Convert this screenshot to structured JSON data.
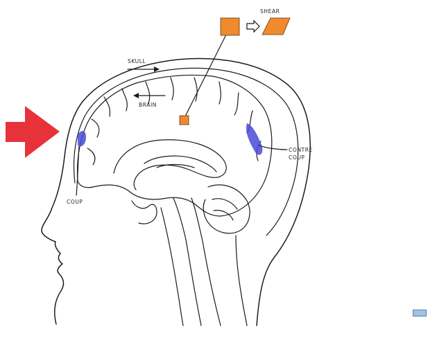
{
  "labels": {
    "shear": "SHEAR",
    "skull": "SKULL",
    "brain": "BRAIN",
    "contre_line1": "CONTRE",
    "contre_line2": "COUP",
    "coup": "COUP"
  },
  "colors": {
    "impact_arrow": "#e8323a",
    "shear_box": "#f08a2c",
    "bruise": "#4a4ad8",
    "small_button": "#9ec4e4"
  }
}
